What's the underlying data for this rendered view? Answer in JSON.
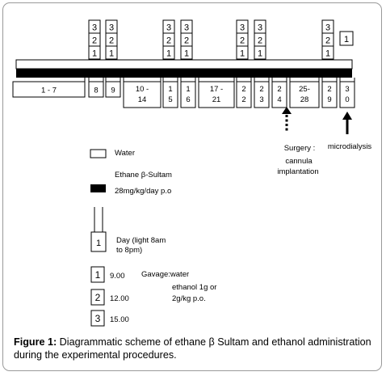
{
  "timeline": {
    "segments": [
      {
        "id": "seg-1-7",
        "lines": [
          "1 - 7"
        ]
      },
      {
        "id": "seg-8",
        "lines": [
          "8"
        ]
      },
      {
        "id": "seg-9",
        "lines": [
          "9"
        ]
      },
      {
        "id": "seg-10-14",
        "lines": [
          "10 -",
          "14"
        ]
      },
      {
        "id": "seg-15",
        "lines": [
          "1",
          "5"
        ]
      },
      {
        "id": "seg-16",
        "lines": [
          "1",
          "6"
        ]
      },
      {
        "id": "seg-17-21",
        "lines": [
          "17 -",
          "21"
        ]
      },
      {
        "id": "seg-22",
        "lines": [
          "2",
          "2"
        ]
      },
      {
        "id": "seg-23",
        "lines": [
          "2",
          "3"
        ]
      },
      {
        "id": "seg-24",
        "lines": [
          "2",
          "4"
        ]
      },
      {
        "id": "seg-25-28",
        "lines": [
          "25-",
          "28"
        ]
      },
      {
        "id": "seg-29",
        "lines": [
          "2",
          "9"
        ]
      },
      {
        "id": "seg-30",
        "lines": [
          "3",
          "0"
        ]
      }
    ],
    "gavage_stacks": [
      {
        "day": "8",
        "labels": [
          "3",
          "2",
          "1"
        ]
      },
      {
        "day": "9",
        "labels": [
          "3",
          "2",
          "1"
        ]
      },
      {
        "day": "15",
        "labels": [
          "3",
          "2",
          "1"
        ]
      },
      {
        "day": "16",
        "labels": [
          "3",
          "2",
          "1"
        ]
      },
      {
        "day": "22",
        "labels": [
          "3",
          "2",
          "1"
        ]
      },
      {
        "day": "23",
        "labels": [
          "3",
          "2",
          "1"
        ]
      },
      {
        "day": "29",
        "labels": [
          "3",
          "2",
          "1"
        ]
      },
      {
        "day": "30",
        "labels": [
          "1"
        ]
      }
    ],
    "annotations": {
      "surgery": [
        "Surgery :",
        "cannula",
        "implantation"
      ],
      "microdialysis": "microdialysis"
    }
  },
  "legend": {
    "water": "Water",
    "sultam": [
      "Ethane β-Sultam",
      "28mg/kg/day p.o"
    ],
    "day_number": "1",
    "day": [
      "Day (light 8am",
      "to 8pm)"
    ],
    "gavage_times": [
      {
        "number": "1",
        "time": "9.00"
      },
      {
        "number": "2",
        "time": "12.00"
      },
      {
        "number": "3",
        "time": "15.00"
      }
    ],
    "gavage_title": "Gavage:water",
    "gavage_text": [
      "ethanol 1g or",
      "2g/kg p.o."
    ]
  },
  "caption": {
    "label": "Figure 1:",
    "text": " Diagrammatic scheme of ethane β Sultam and ethanol administration during the experimental procedures."
  },
  "colors": {
    "sultam_bar": "#000000",
    "water_bar": "#ffffff",
    "frame": "#9a9a9a"
  }
}
